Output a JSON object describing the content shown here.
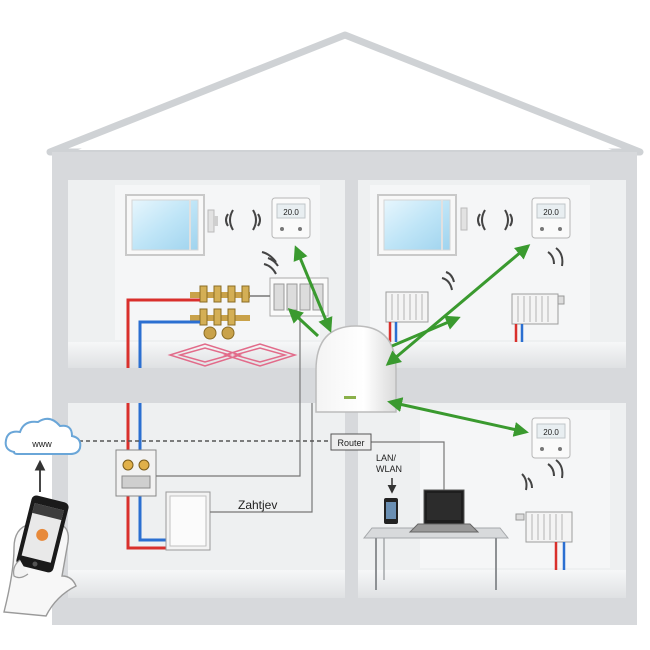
{
  "labels": {
    "cloud": "www",
    "router": "Router",
    "lan_line1": "LAN/",
    "lan_line2": "WLAN",
    "demand": "Zahtjev"
  },
  "thermostat_display": "20.0",
  "colors": {
    "house_frame": "#d7d9dc",
    "room_bg": "#eef0f1",
    "hot_pipe": "#d9302c",
    "cold_pipe": "#2b6fd1",
    "wireless_arrow": "#3a9a2f",
    "network_line": "#555555"
  },
  "icons": [
    "cloud-icon",
    "router-icon",
    "thermostat-icon",
    "window-sensor-icon",
    "radiator-icon",
    "smartphone-icon",
    "laptop-icon",
    "boiler-icon",
    "wireless-wave-icon"
  ]
}
